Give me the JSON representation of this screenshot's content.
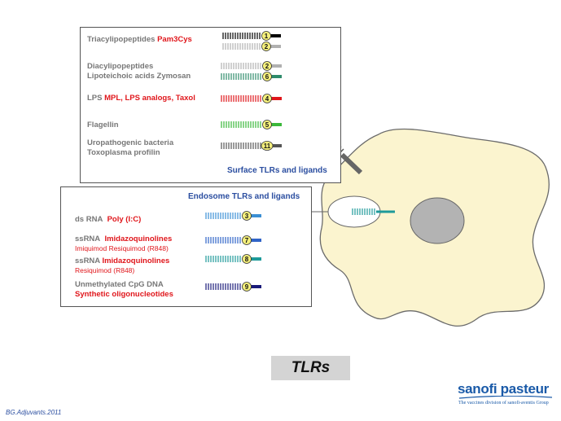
{
  "surface": {
    "title": "Surface TLRs and ligands",
    "rows": [
      {
        "parts": [
          {
            "text": "Triacylipopeptides ",
            "red": false
          },
          {
            "text": "Pam3Cys",
            "red": true
          }
        ],
        "badges": [
          "1",
          "2"
        ],
        "colors": [
          "#000000",
          "#b0b0b0"
        ]
      },
      {
        "parts": [
          {
            "text": "Diacylipopeptides",
            "red": false
          }
        ],
        "badges": [
          "2"
        ],
        "colors": [
          "#b0b0b0"
        ]
      },
      {
        "parts": [
          {
            "text": "Lipoteichoic acids  Zymosan",
            "red": false
          }
        ],
        "badges": [
          "6"
        ],
        "colors": [
          "#2e8b6b"
        ]
      },
      {
        "parts": [
          {
            "text": "LPS  ",
            "red": false
          },
          {
            "text": "MPL, LPS analogs, Taxol",
            "red": true
          }
        ],
        "badges": [
          "4"
        ],
        "colors": [
          "#e0161b"
        ]
      },
      {
        "parts": [
          {
            "text": "Flagellin",
            "red": false
          }
        ],
        "badges": [
          "5"
        ],
        "colors": [
          "#3ab83a"
        ]
      },
      {
        "parts": [
          {
            "text": "Uropathogenic bacteria",
            "red": false
          }
        ],
        "badges": [
          "11"
        ],
        "colors": [
          "#555555"
        ]
      },
      {
        "parts": [
          {
            "text": "Toxoplasma profilin",
            "red": false
          }
        ],
        "badges": [],
        "colors": []
      }
    ]
  },
  "endosome": {
    "title": "Endosome TLRs and ligands",
    "rows": [
      {
        "label": "ds RNA",
        "highlight": "Poly (I:C)",
        "sub": "",
        "badge": "3",
        "color": "#3b8fd4"
      },
      {
        "label": "ssRNA",
        "highlight": "Imidazoquinolines",
        "sub": "Imiquimod Resiquimod (R848)",
        "badge": "7",
        "color": "#3064c8"
      },
      {
        "label": "ssRNA",
        "highlight": "Imidazoquinolines",
        "sub": "Resiquimod (R848)",
        "badge": "8",
        "color": "#1e9a9a"
      },
      {
        "label": "Unmethylated CpG DNA",
        "highlight": "",
        "sub": "Synthetic oligonucleotides",
        "badge": "9",
        "color": "#1a1a7a"
      }
    ]
  },
  "caption": "TLRs",
  "footer": "BG.Adjuvants.2011",
  "brand": {
    "name": "sanofi pasteur",
    "tagline": "The vaccines division of sanofi-aventis Group"
  },
  "colors": {
    "cell_fill": "#fbf4cf",
    "cell_stroke": "#6b6b6b",
    "nucleus": "#b3b3b3",
    "badge_fill": "#f4ef7c",
    "title_blue": "#2b4ea0",
    "ligand_red": "#e0161b"
  }
}
